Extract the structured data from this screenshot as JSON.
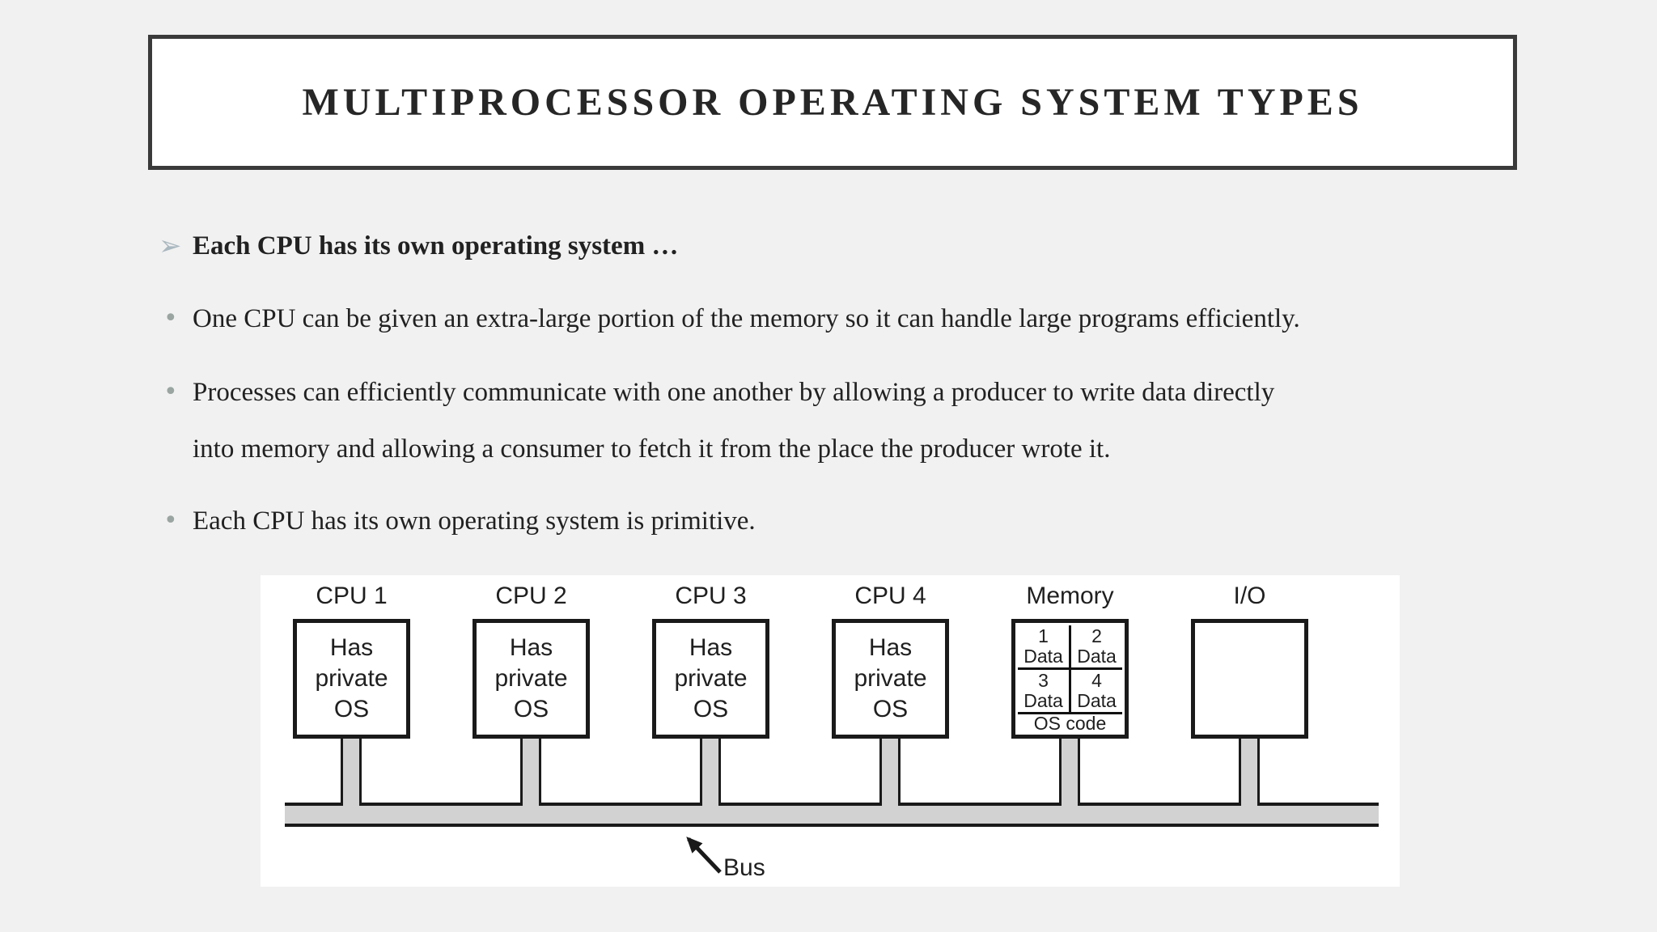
{
  "slide": {
    "title": "MULTIPROCESSOR OPERATING SYSTEM TYPES",
    "bullet_main": {
      "marker": "➢",
      "text": "Each CPU has its own operating system …"
    },
    "bullets": [
      {
        "marker": "•",
        "text": "One CPU can be given an extra-large portion of the memory so it can handle large programs efficiently."
      },
      {
        "marker": "•",
        "text": "Processes can efficiently communicate with one another by allowing a producer to write data directly\ninto memory and allowing a consumer to fetch it from the place the producer wrote it."
      },
      {
        "marker": "•",
        "text": "Each CPU has its own operating system is primitive."
      }
    ]
  },
  "diagram": {
    "units": [
      {
        "label": "CPU 1",
        "body": "Has\nprivate\nOS"
      },
      {
        "label": "CPU 2",
        "body": "Has\nprivate\nOS"
      },
      {
        "label": "CPU 3",
        "body": "Has\nprivate\nOS"
      },
      {
        "label": "CPU 4",
        "body": "Has\nprivate\nOS"
      },
      {
        "label": "Memory"
      },
      {
        "label": "I/O"
      }
    ],
    "memory": {
      "cells": [
        {
          "num": "1",
          "word": "Data"
        },
        {
          "num": "2",
          "word": "Data"
        },
        {
          "num": "3",
          "word": "Data"
        },
        {
          "num": "4",
          "word": "Data"
        }
      ],
      "os_row": "OS code"
    },
    "bus_label": "Bus"
  },
  "colors": {
    "page_bg": "#f1f1f1",
    "panel_bg": "#ffffff",
    "title_border": "#3a3a3a",
    "text": "#212121",
    "arrow_bullet": "#a9b7bf",
    "dot_bullet": "#9aa5a2",
    "diagram_line": "#1a1a1a",
    "bus_fill": "#d2d2d2"
  }
}
